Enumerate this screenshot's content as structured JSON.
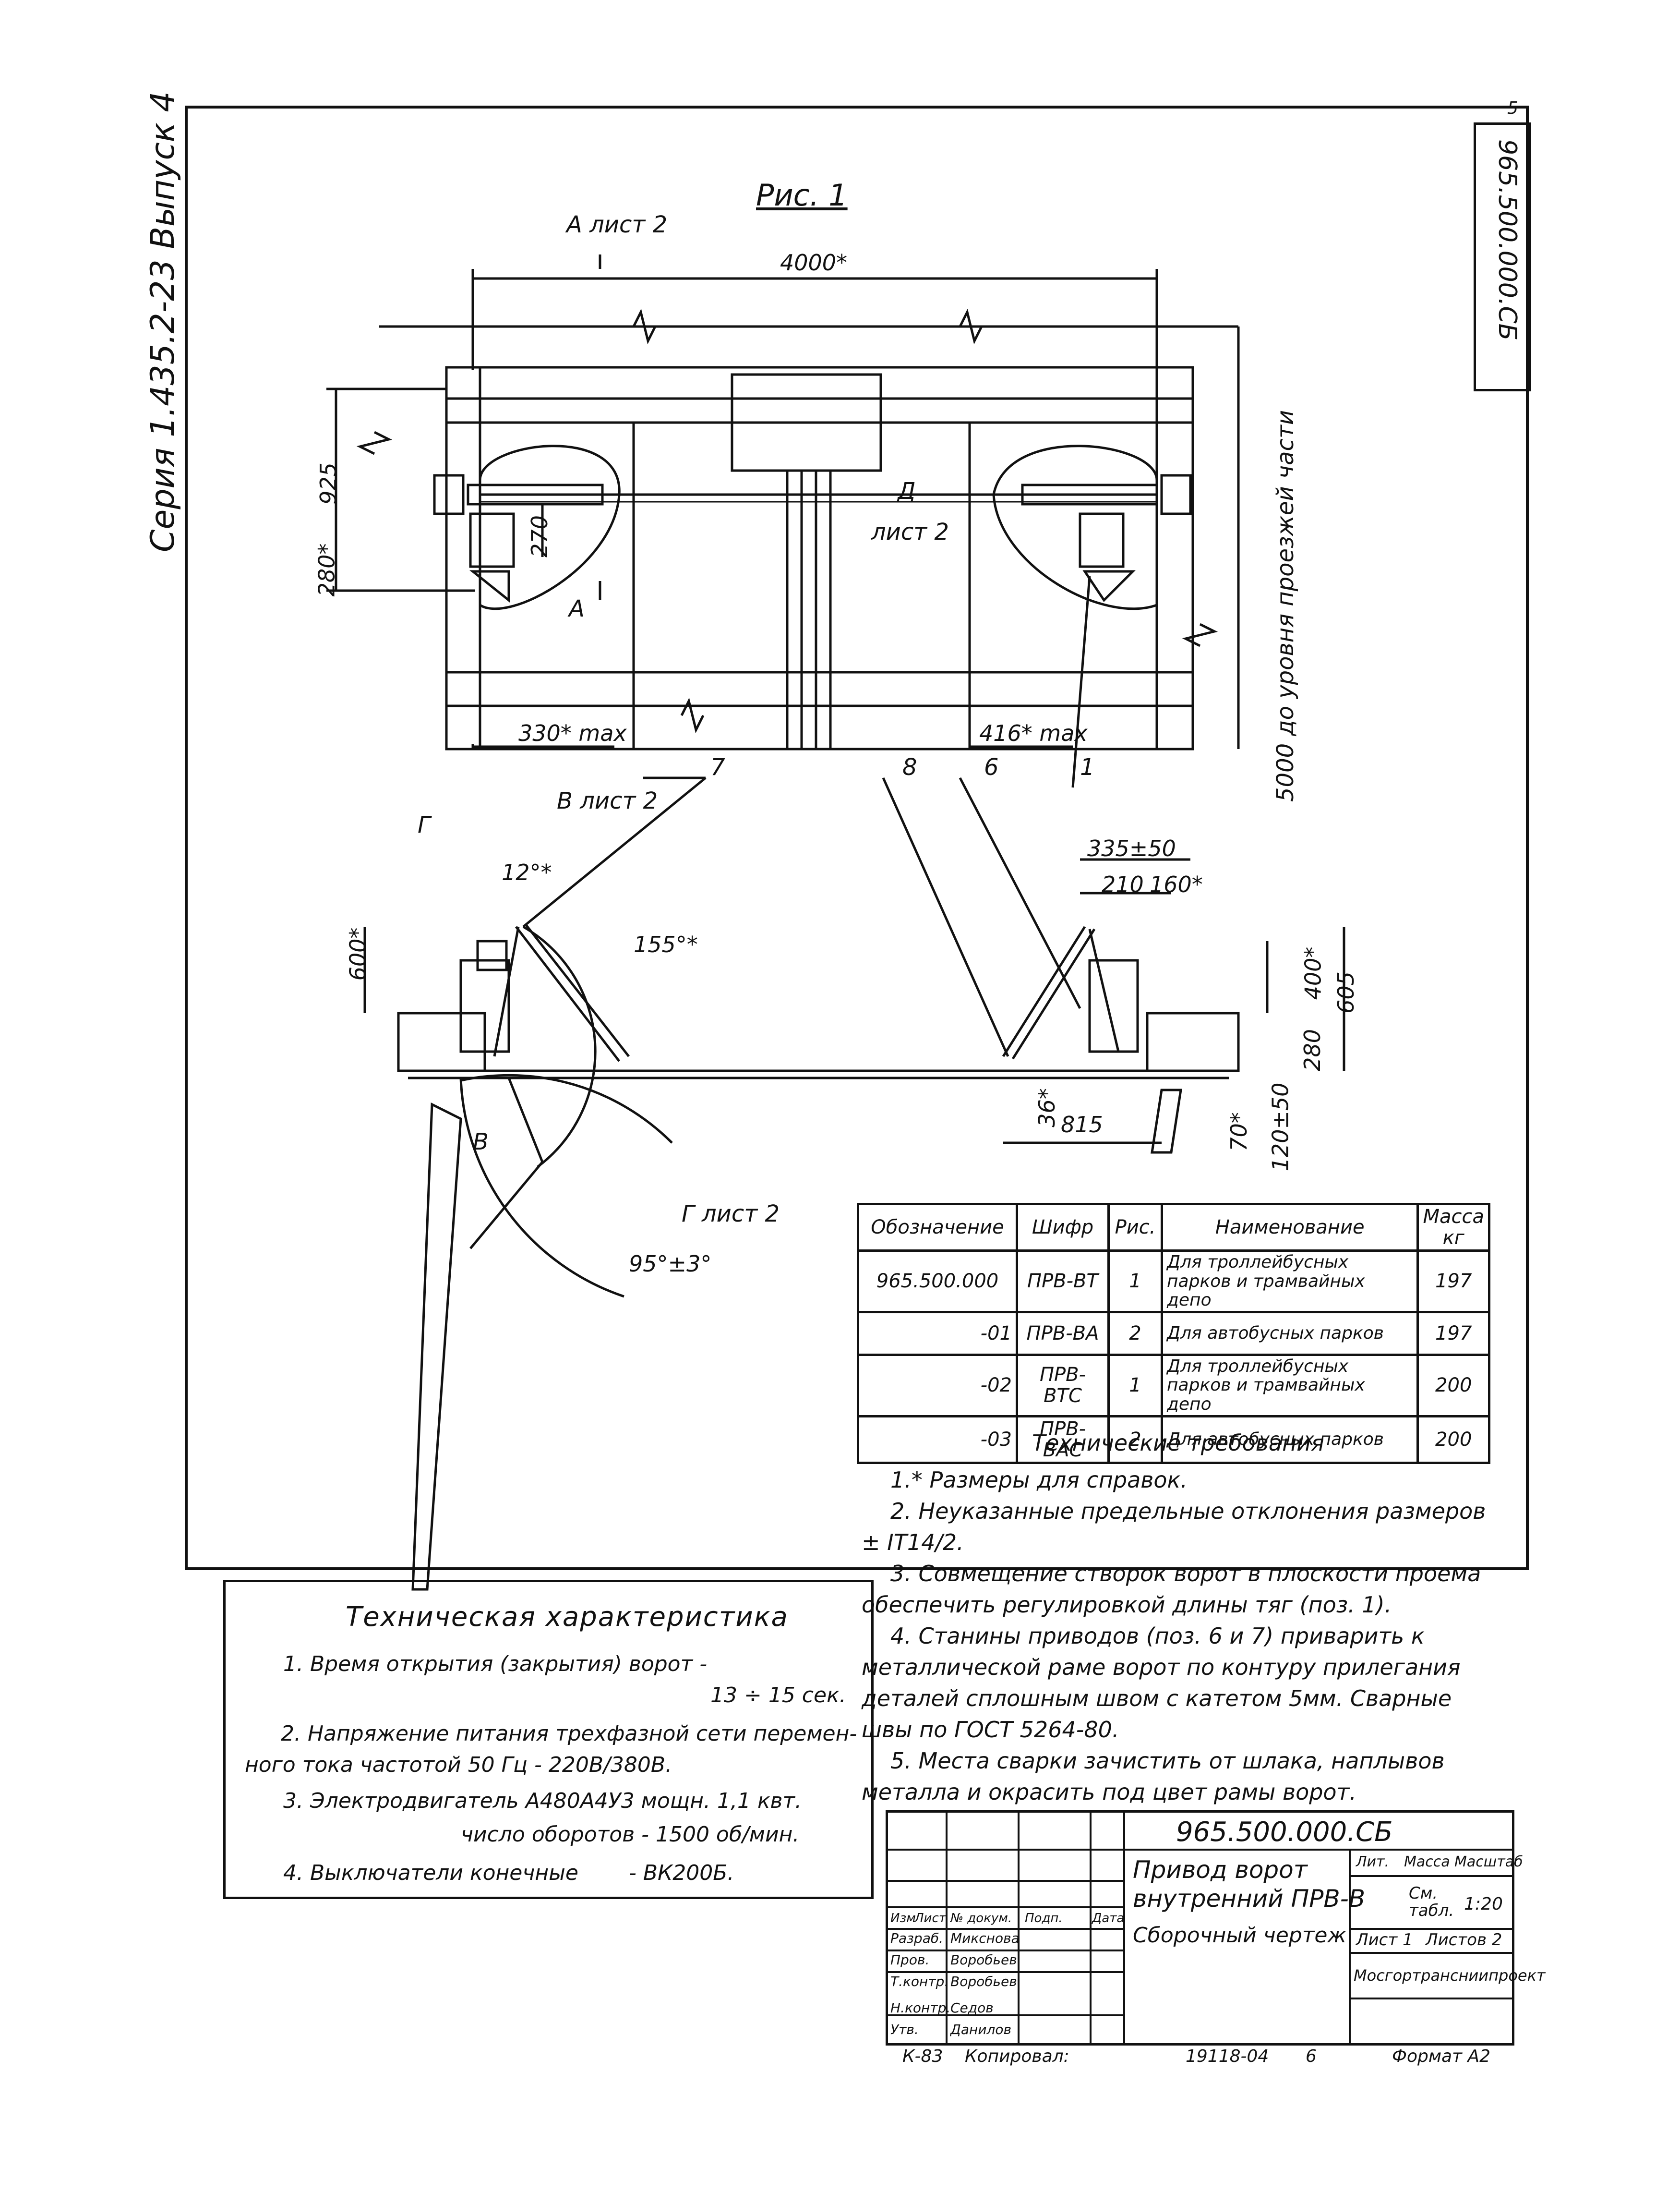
{
  "margin_label": "Серия 1.435.2-23  Выпуск 4",
  "page_mark": "5",
  "sheet_code": "965.500.000.СБ",
  "figure_title": "Рис. 1",
  "plan_view": {
    "section_a_top": "А лист 2",
    "section_a_bottom": "А",
    "view_d": "Д",
    "view_d_sheet": "лист 2",
    "dim_width": "4000*",
    "dim_925": "925",
    "dim_280": "280*",
    "dim_270": "270",
    "dim_330": "330* max",
    "dim_416": "416* max",
    "height_note": "5000 до уровня проезжей части",
    "callout_1": "1"
  },
  "section_view": {
    "callout_7": "7",
    "callout_8": "8",
    "callout_6": "6",
    "view_v_top": "В лист 2",
    "view_v_bottom": "В",
    "view_g_top": "Г",
    "view_g_bottom": "Г лист 2",
    "angle_12": "12°*",
    "angle_155": "155°*",
    "angle_95": "95°±3°",
    "dim_600": "600*",
    "dim_335": "335±50",
    "dim_210": "210",
    "dim_160": "160*",
    "dim_400": "400*",
    "dim_605": "605",
    "dim_280": "280",
    "dim_36": "36*",
    "dim_815": "815",
    "dim_70": "70*",
    "dim_120": "120±50"
  },
  "spec_table": {
    "headers": [
      "Обозначение",
      "Шифр",
      "Рис.",
      "Наименование",
      "Масса кг"
    ],
    "rows": [
      [
        "965.500.000",
        "ПРВ-ВТ",
        "1",
        "Для троллейбусных парков и трамвайных депо",
        "197"
      ],
      [
        "-01",
        "ПРВ-ВА",
        "2",
        "Для автобусных парков",
        "197"
      ],
      [
        "-02",
        "ПРВ-ВТС",
        "1",
        "Для троллейбусных парков и трамвайных депо",
        "200"
      ],
      [
        "-03",
        "ПРВ-ВАС",
        "2",
        "Для автобусных парков",
        "200"
      ]
    ]
  },
  "tech_requirements": {
    "title": "Технические требования",
    "items": [
      "1.* Размеры для справок.",
      "2. Неуказанные предельные отклонения размеров ± IT14/2.",
      "3. Совмещение створок ворот в плоскости проема обеспечить регулировкой длины тяг (поз. 1).",
      "4. Станины приводов (поз. 6 и 7) приварить к металлической раме ворот по контуру прилегания деталей сплошным швом с катетом 5мм. Сварные швы по ГОСТ 5264-80.",
      "5. Места сварки зачистить от шлака, наплывов металла и окрасить под цвет рамы ворот."
    ]
  },
  "characteristics": {
    "title": "Техническая характеристика",
    "line1": "1. Время открытия (закрытия) ворот -",
    "line1b": "13 ÷ 15 сек.",
    "line2": "2. Напряжение питания трехфазной сети перемен-",
    "line2b": "ного тока частотой 50 Гц - 220В/380В.",
    "line3": "3. Электродвигатель А480А4У3 мощн. 1,1 квт.",
    "line3b": "число оборотов - 1500 об/мин.",
    "line4": "4. Выключатели конечные",
    "line4b": "- ВК200Б."
  },
  "title_block": {
    "designation": "965.500.000.СБ",
    "name1": "Привод ворот",
    "name2": "внутренний ПРВ-В",
    "name3": "Сборочный чертеж",
    "col_headers": [
      "Изм",
      "Лист",
      "№ докум.",
      "Подп.",
      "Дата"
    ],
    "roles": [
      "Разраб.",
      "Пров.",
      "Т.контр.",
      "Н.контр.",
      "Утв."
    ],
    "people": [
      "Микснова",
      "Воробьев",
      "Воробьев",
      "Седов",
      "Данилов"
    ],
    "lit_header": "Лит.",
    "mass_header": "Масса",
    "scale_header": "Масштаб",
    "mass_value": "См. табл.",
    "scale_value": "1:20",
    "sheet": "Лист 1",
    "sheets": "Листов 2",
    "organization": "Мосгортрансниипроект"
  },
  "footer": {
    "left": "К-83",
    "copied": "Копировал:",
    "number": "19118-04",
    "page": "6",
    "format": "Формат А2"
  }
}
